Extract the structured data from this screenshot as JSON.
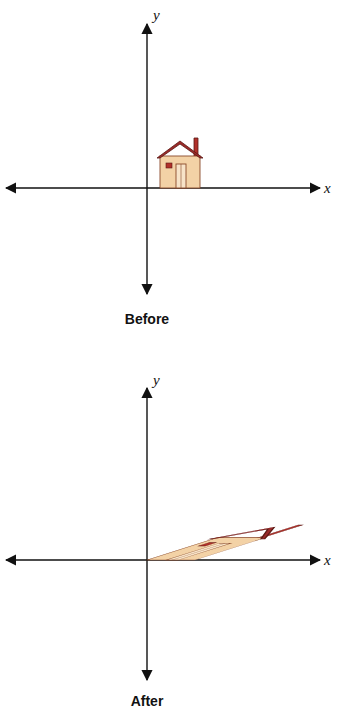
{
  "diagram": {
    "labels": [
      "y",
      "x",
      "Before",
      "y",
      "x",
      "After"
    ]
  }
}
